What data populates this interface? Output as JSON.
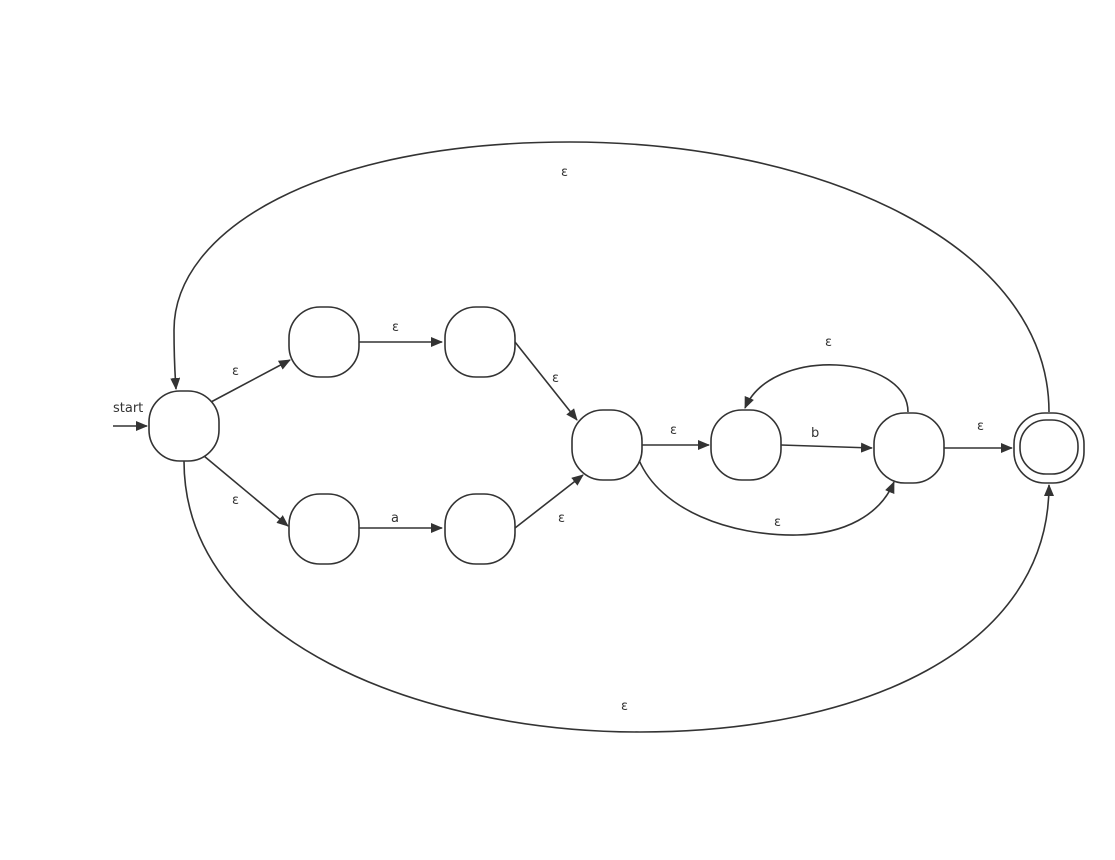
{
  "diagram": {
    "start_label": "start",
    "colors": {
      "stroke": "#333333",
      "background": "#ffffff"
    },
    "states": [
      {
        "id": "s0",
        "accepting": false,
        "start": true
      },
      {
        "id": "s1",
        "accepting": false
      },
      {
        "id": "s2",
        "accepting": false
      },
      {
        "id": "s3",
        "accepting": false
      },
      {
        "id": "s4",
        "accepting": false
      },
      {
        "id": "s5",
        "accepting": false
      },
      {
        "id": "s6",
        "accepting": false
      },
      {
        "id": "s7",
        "accepting": false
      },
      {
        "id": "s8",
        "accepting": true
      }
    ],
    "transitions": [
      {
        "from": "s0",
        "to": "s1",
        "label": "ε"
      },
      {
        "from": "s1",
        "to": "s2",
        "label": "ε"
      },
      {
        "from": "s2",
        "to": "s5",
        "label": "ε"
      },
      {
        "from": "s0",
        "to": "s3",
        "label": "ε"
      },
      {
        "from": "s3",
        "to": "s4",
        "label": "a"
      },
      {
        "from": "s4",
        "to": "s5",
        "label": "ε"
      },
      {
        "from": "s5",
        "to": "s6",
        "label": "ε"
      },
      {
        "from": "s6",
        "to": "s7",
        "label": "b"
      },
      {
        "from": "s7",
        "to": "s6",
        "label": "ε"
      },
      {
        "from": "s5",
        "to": "s7",
        "label": "ε"
      },
      {
        "from": "s7",
        "to": "s8",
        "label": "ε"
      },
      {
        "from": "s8",
        "to": "s0",
        "label": "ε"
      },
      {
        "from": "s0",
        "to": "s8",
        "label": "ε"
      }
    ]
  }
}
